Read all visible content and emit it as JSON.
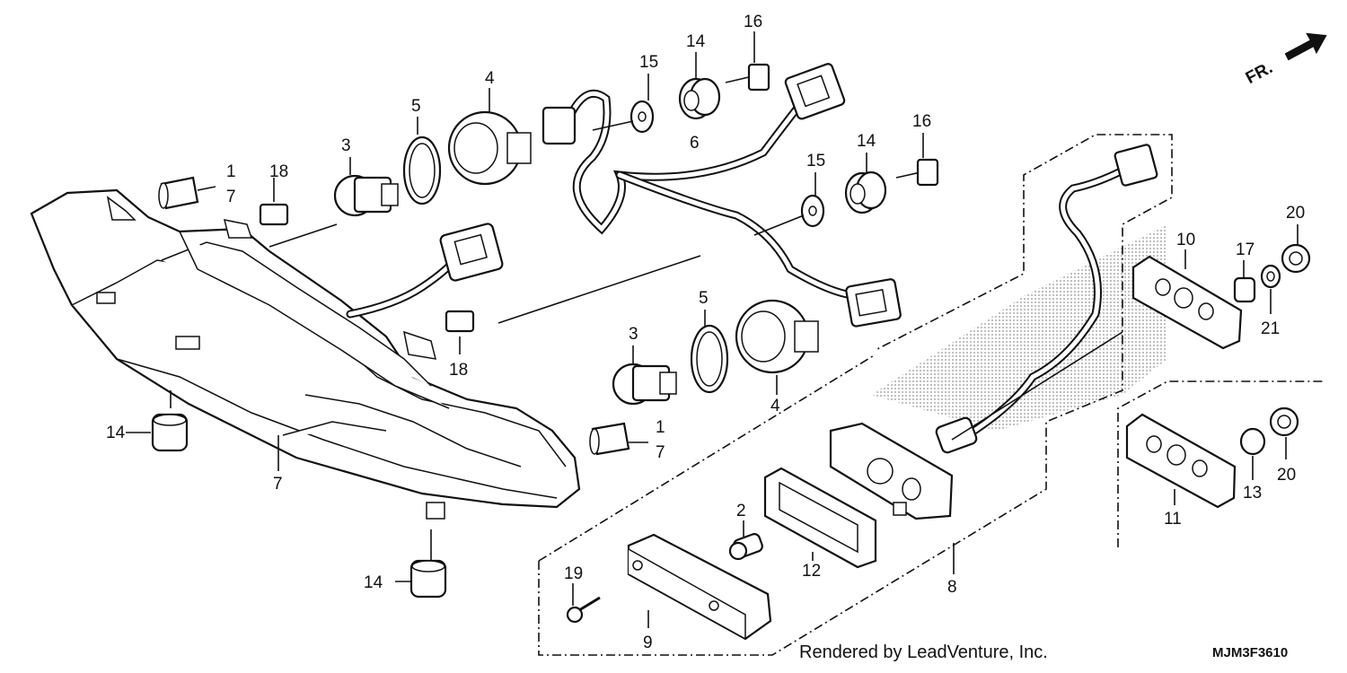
{
  "direction_marker": {
    "text": "FR.",
    "icon": "front-direction-arrow-icon"
  },
  "footer": {
    "credit": "Rendered by LeadVenture, Inc.",
    "diagram_code": "MJM3F3610"
  },
  "callouts": {
    "c1": "1",
    "c1b": "1",
    "c2": "2",
    "c3": "3",
    "c3b": "3",
    "c4": "4",
    "c4b": "4",
    "c5": "5",
    "c5b": "5",
    "c6": "6",
    "c7": "7",
    "c7b": "7",
    "c7c": "7",
    "c8": "8",
    "c9": "9",
    "c10": "10",
    "c11": "11",
    "c12": "12",
    "c13": "13",
    "c14": "14",
    "c14b": "14",
    "c14c": "14",
    "c14d": "14",
    "c15": "15",
    "c15b": "15",
    "c16": "16",
    "c16b": "16",
    "c17": "17",
    "c18": "18",
    "c18b": "18",
    "c19": "19",
    "c20": "20",
    "c20b": "20",
    "c21": "21"
  }
}
